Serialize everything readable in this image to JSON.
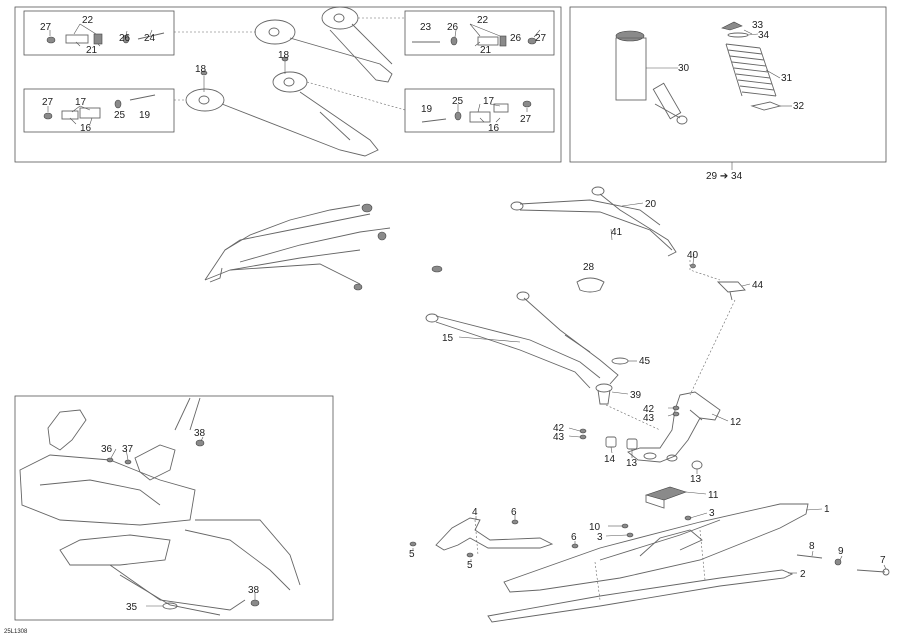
{
  "diagram_code": "25L1308",
  "kit_label": "29 ➔ 34",
  "callouts": [
    {
      "id": "c22a",
      "text": "22"
    },
    {
      "id": "c27a",
      "text": "27"
    },
    {
      "id": "c26a",
      "text": "26"
    },
    {
      "id": "c24",
      "text": "24"
    },
    {
      "id": "c21a",
      "text": "21"
    },
    {
      "id": "c23",
      "text": "23"
    },
    {
      "id": "c26b",
      "text": "26"
    },
    {
      "id": "c22b",
      "text": "22"
    },
    {
      "id": "c26c",
      "text": "26"
    },
    {
      "id": "c27b",
      "text": "27"
    },
    {
      "id": "c21b",
      "text": "21"
    },
    {
      "id": "c18a",
      "text": "18"
    },
    {
      "id": "c18b",
      "text": "18"
    },
    {
      "id": "c27c",
      "text": "27"
    },
    {
      "id": "c17a",
      "text": "17"
    },
    {
      "id": "c25a",
      "text": "25"
    },
    {
      "id": "c19a",
      "text": "19"
    },
    {
      "id": "c16a",
      "text": "16"
    },
    {
      "id": "c19b",
      "text": "19"
    },
    {
      "id": "c25b",
      "text": "25"
    },
    {
      "id": "c17b",
      "text": "17"
    },
    {
      "id": "c27d",
      "text": "27"
    },
    {
      "id": "c16b",
      "text": "16"
    },
    {
      "id": "c33",
      "text": "33"
    },
    {
      "id": "c34",
      "text": "34"
    },
    {
      "id": "c30",
      "text": "30"
    },
    {
      "id": "c31",
      "text": "31"
    },
    {
      "id": "c32",
      "text": "32"
    },
    {
      "id": "c20",
      "text": "20"
    },
    {
      "id": "c41",
      "text": "41"
    },
    {
      "id": "c40",
      "text": "40"
    },
    {
      "id": "c28",
      "text": "28"
    },
    {
      "id": "c44",
      "text": "44"
    },
    {
      "id": "c15",
      "text": "15"
    },
    {
      "id": "c45",
      "text": "45"
    },
    {
      "id": "c39",
      "text": "39"
    },
    {
      "id": "c42a",
      "text": "42"
    },
    {
      "id": "c43a",
      "text": "43"
    },
    {
      "id": "c12",
      "text": "12"
    },
    {
      "id": "c42b",
      "text": "42"
    },
    {
      "id": "c43b",
      "text": "43"
    },
    {
      "id": "c14",
      "text": "14"
    },
    {
      "id": "c13a",
      "text": "13"
    },
    {
      "id": "c13b",
      "text": "13"
    },
    {
      "id": "c11",
      "text": "11"
    },
    {
      "id": "c4",
      "text": "4"
    },
    {
      "id": "c6",
      "text": "6"
    },
    {
      "id": "c10",
      "text": "10"
    },
    {
      "id": "c3a",
      "text": "3"
    },
    {
      "id": "c3b",
      "text": "3"
    },
    {
      "id": "c1",
      "text": "1"
    },
    {
      "id": "c6b",
      "text": "6"
    },
    {
      "id": "c5a",
      "text": "5"
    },
    {
      "id": "c5b",
      "text": "5"
    },
    {
      "id": "c8",
      "text": "8"
    },
    {
      "id": "c9",
      "text": "9"
    },
    {
      "id": "c7",
      "text": "7"
    },
    {
      "id": "c2",
      "text": "2"
    },
    {
      "id": "c38a",
      "text": "38"
    },
    {
      "id": "c36",
      "text": "36"
    },
    {
      "id": "c37",
      "text": "37"
    },
    {
      "id": "c38b",
      "text": "38"
    },
    {
      "id": "c35",
      "text": "35"
    }
  ]
}
